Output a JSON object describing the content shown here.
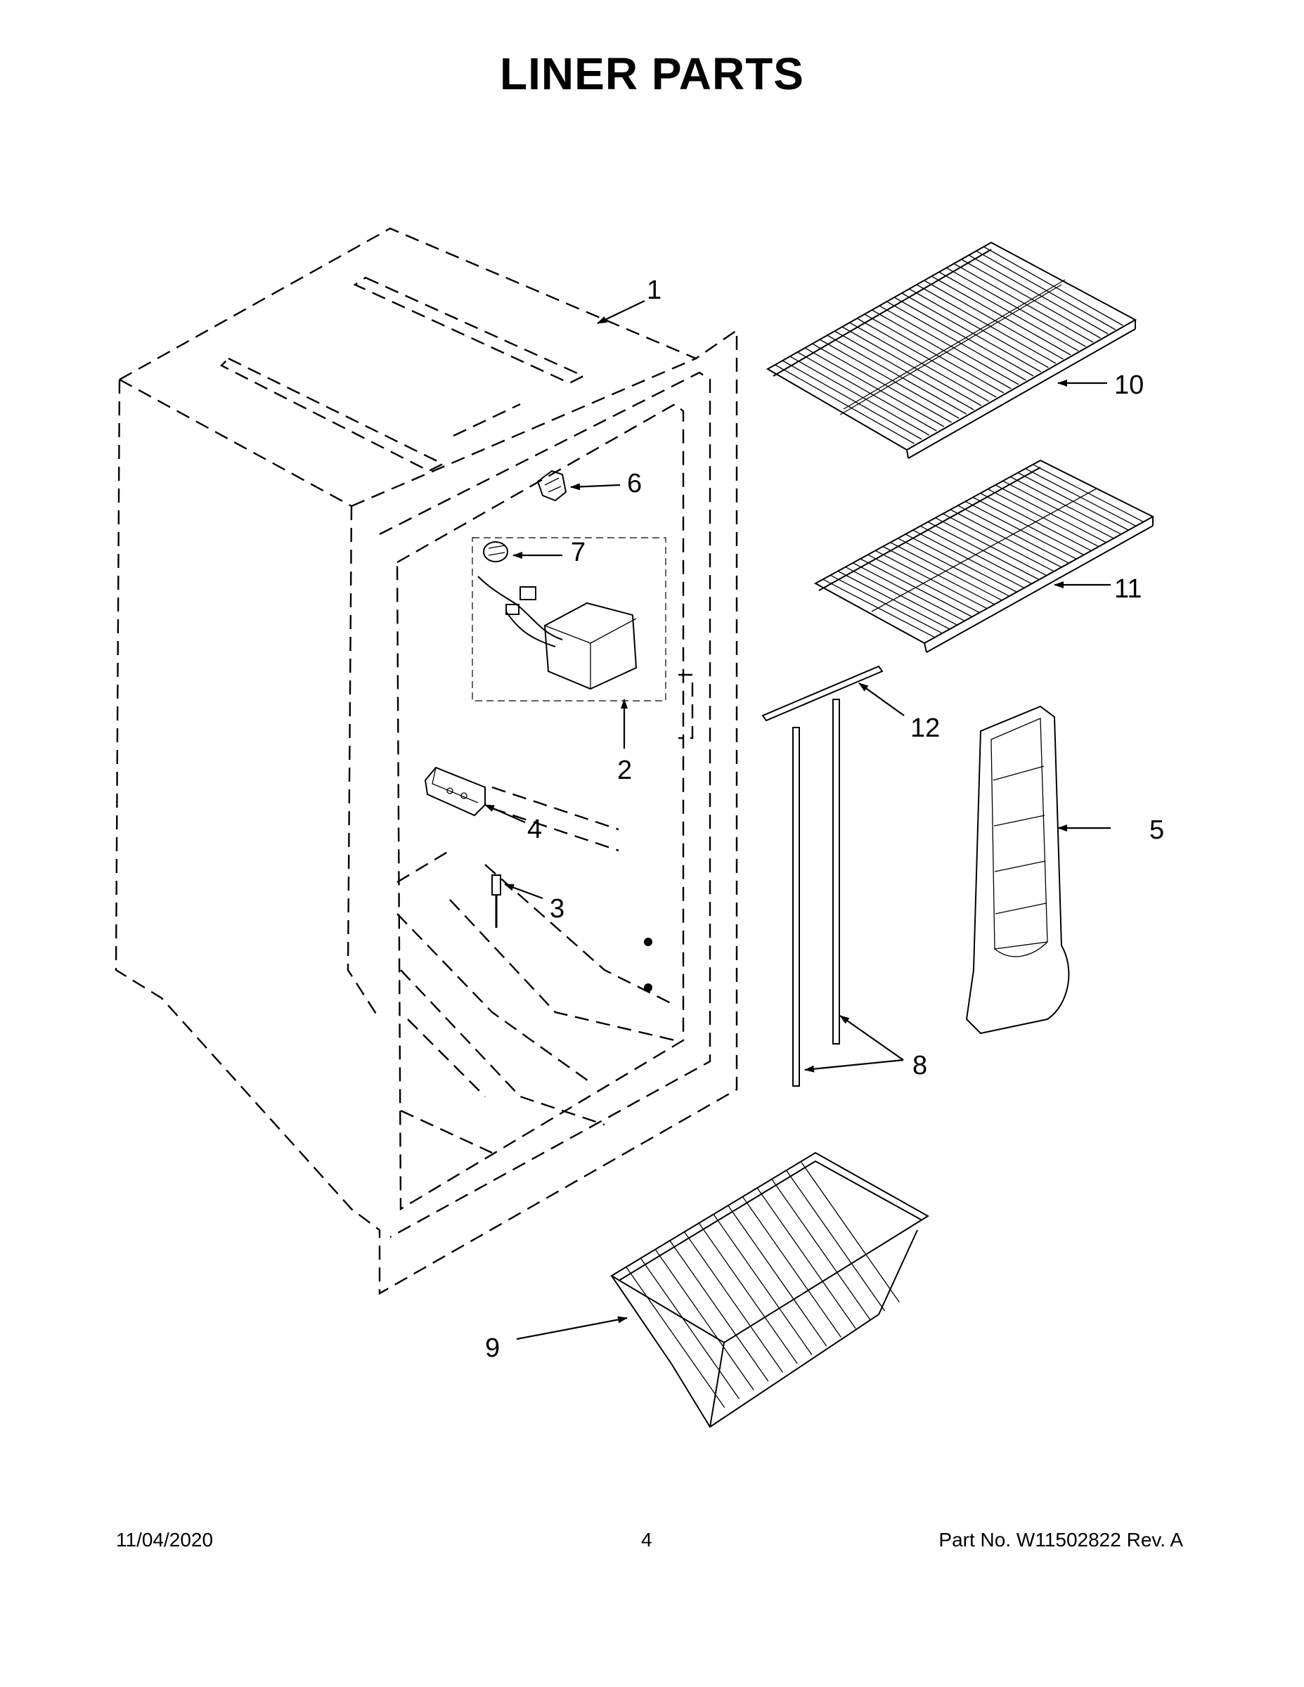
{
  "title": "LINER PARTS",
  "callouts": {
    "c1": "1",
    "c2": "2",
    "c3": "3",
    "c4": "4",
    "c5": "5",
    "c6": "6",
    "c7": "7",
    "c8": "8",
    "c9": "9",
    "c10": "10",
    "c11": "11",
    "c12": "12"
  },
  "footer": {
    "date": "11/04/2020",
    "page": "4",
    "part": "Part No.  W11502822  Rev.  A"
  }
}
